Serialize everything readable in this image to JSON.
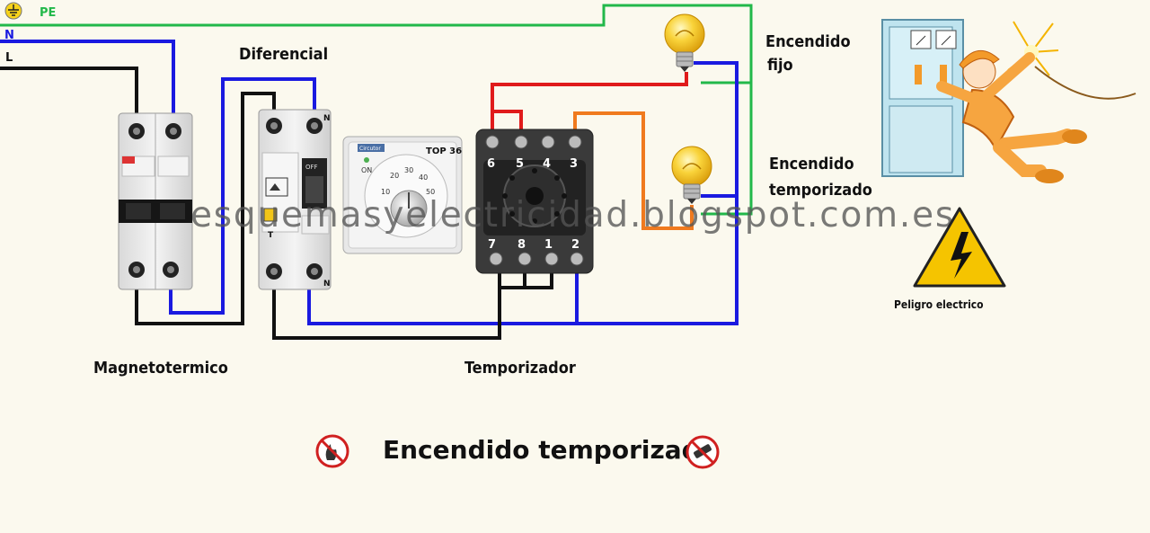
{
  "lines": {
    "pe": "PE",
    "n": "N",
    "l": "L"
  },
  "labels": {
    "diferencial": "Diferencial",
    "magnetotermico": "Magnetotermico",
    "temporizador": "Temporizador",
    "encendido_fijo_1": "Encendido",
    "encendido_fijo_2": "fijo",
    "encendido_temp_1": "Encendido",
    "encendido_temp_2": "temporizado",
    "peligro": "Peligro electrico",
    "watermark": "esquemasyelectricidad.blogspot.com.es",
    "title": "Encendido temporizado"
  },
  "timer": {
    "model": "TOP 36",
    "brand": "Circutor",
    "on": "ON",
    "scale": [
      "10",
      "20",
      "30",
      "40",
      "50"
    ]
  },
  "differential": {
    "terminal": "N",
    "letter": "T",
    "off": "OFF"
  },
  "socket": {
    "top_pins": [
      "6",
      "5",
      "4",
      "3"
    ],
    "bottom_pins": [
      "7",
      "8",
      "1",
      "2"
    ]
  },
  "colors": {
    "background": "#fbf9ee",
    "earth": "#22b84a",
    "neutral": "#1a1ae0",
    "line": "#111111",
    "red": "#e01b1b",
    "orange": "#f07a1e",
    "bulb": "#f6c31b",
    "warning": "#f5c400"
  },
  "icons": [
    "earth-symbol-icon",
    "bulb-icon",
    "warning-triangle-icon",
    "no-flame-icon",
    "no-tool-icon",
    "electrician-icon"
  ]
}
